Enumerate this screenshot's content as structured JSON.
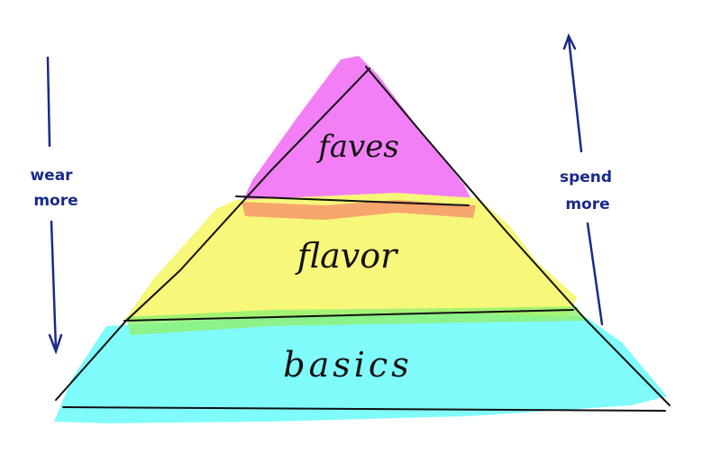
{
  "tiers": [
    {
      "label": "faves",
      "color": "#f27ff5"
    },
    {
      "label": "flavor",
      "color": "#f7f779"
    },
    {
      "label": "basics",
      "color": "#80fbfb"
    }
  ],
  "left_arrow": {
    "label_line1": "wear",
    "label_line2": "more",
    "direction": "down"
  },
  "right_arrow": {
    "label_line1": "spend",
    "label_line2": "more",
    "direction": "up"
  },
  "colors": {
    "ink": "#111111",
    "arrow_ink": "#1a2a8a",
    "overlap_orange": "#f58a6a",
    "overlap_green": "#8ff06f"
  }
}
